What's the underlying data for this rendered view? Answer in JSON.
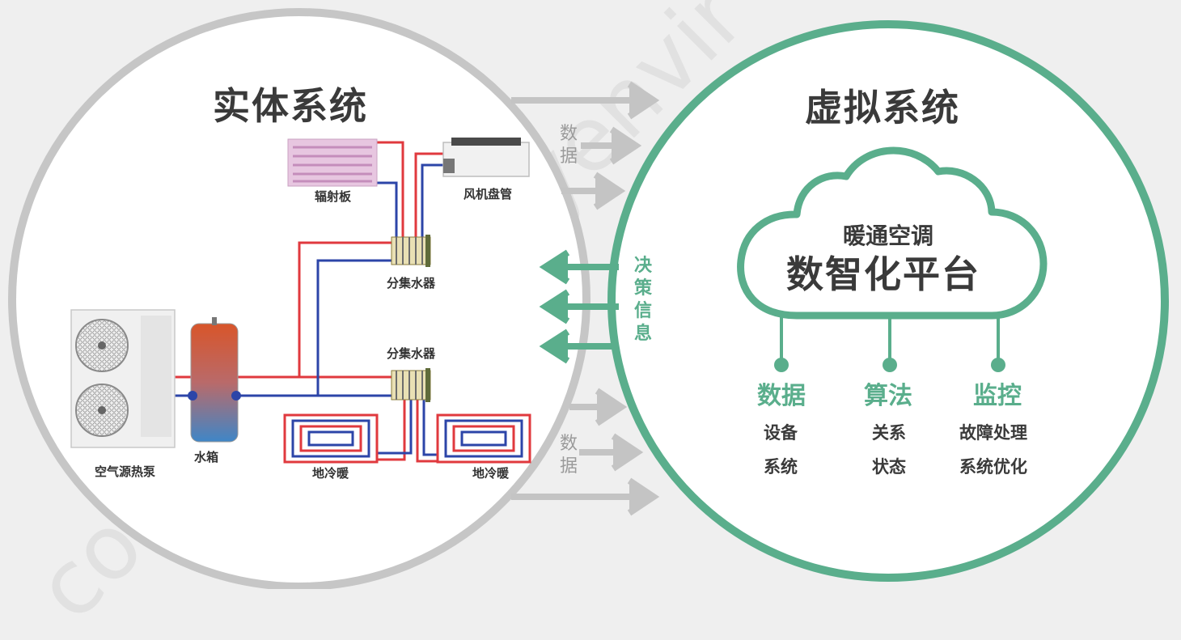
{
  "physical": {
    "title": "实体系统",
    "radiant_panel": "辐射板",
    "fan_coil": "风机盘管",
    "manifold_top": "分集水器",
    "manifold_bottom": "分集水器",
    "heat_pump": "空气源热泵",
    "water_tank": "水箱",
    "floor_heating_1": "地冷暖",
    "floor_heating_2": "地冷暖"
  },
  "flows": {
    "data_top": [
      "数",
      "据"
    ],
    "data_bottom": [
      "数",
      "据"
    ],
    "decision": [
      "决",
      "策",
      "信",
      "息"
    ]
  },
  "virtual": {
    "title": "虚拟系统",
    "cloud_sub": "暖通空调",
    "cloud_main": "数智化平台",
    "categories": [
      {
        "name": "数据",
        "items": [
          "设备",
          "系统"
        ]
      },
      {
        "name": "算法",
        "items": [
          "关系",
          "状态"
        ]
      },
      {
        "name": "监控",
        "items": [
          "故障处理",
          "系统优化"
        ]
      }
    ]
  },
  "watermark": "cosyenvir",
  "colors": {
    "green": "#5aae8c",
    "gray": "#c6c6c6",
    "pipe_hot": "#e0393e",
    "pipe_cold": "#2c45a8"
  },
  "icons": [
    "radiant-panel-icon",
    "fan-coil-icon",
    "manifold-icon",
    "heat-pump-icon",
    "water-tank-icon",
    "floor-heating-icon",
    "cloud-icon",
    "arrow-right-icon",
    "arrow-left-icon"
  ]
}
